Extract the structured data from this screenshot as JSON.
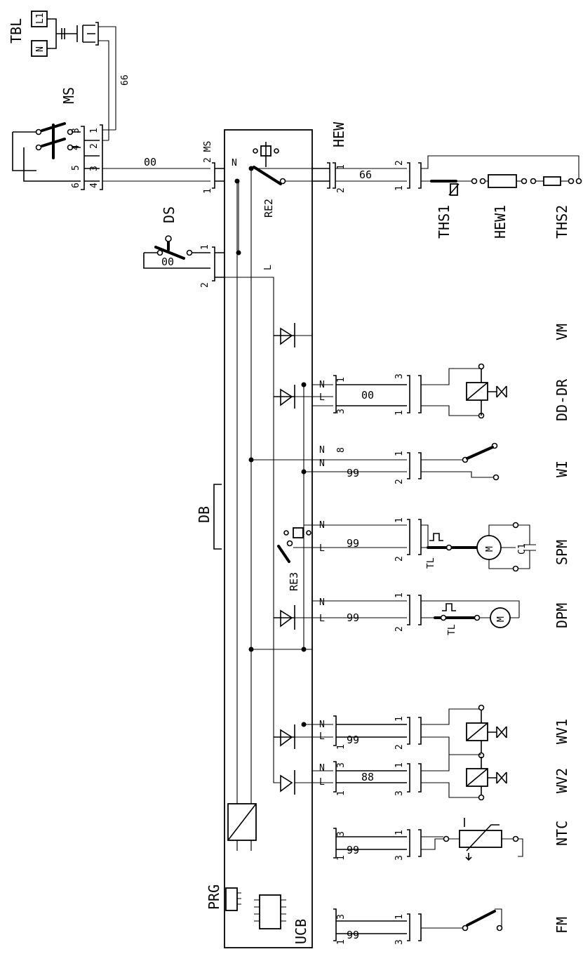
{
  "labels": {
    "tbl": "TBL",
    "tbl_l1": "L1",
    "tbl_n": "N",
    "ms": "MS",
    "ms2": "2 MS",
    "ds": "DS",
    "hew": "HEW",
    "ths1": "THS1",
    "hew1": "HEW1",
    "ths2": "THS2",
    "re2": "RE2",
    "re3": "RE3",
    "db": "DB",
    "prg": "PRG",
    "ucb": "UCB",
    "vm": "VM",
    "dd_dr": "DD-DR",
    "wi": "WI",
    "spm": "SPM",
    "dpm": "DPM",
    "wv1": "WV1",
    "wv2": "WV2",
    "ntc": "NTC",
    "fm": "FM",
    "c1": "C1",
    "tl": "TL",
    "m": "M",
    "bus_n": "N",
    "bus_l": "L"
  },
  "wire_codes": {
    "c66": "66",
    "c00": "00",
    "c88": "88"
  },
  "pins": {
    "p1": "1",
    "p2": "2",
    "p3": "3",
    "p4": "4",
    "p5": "5",
    "p6": "6",
    "p8": "8"
  }
}
